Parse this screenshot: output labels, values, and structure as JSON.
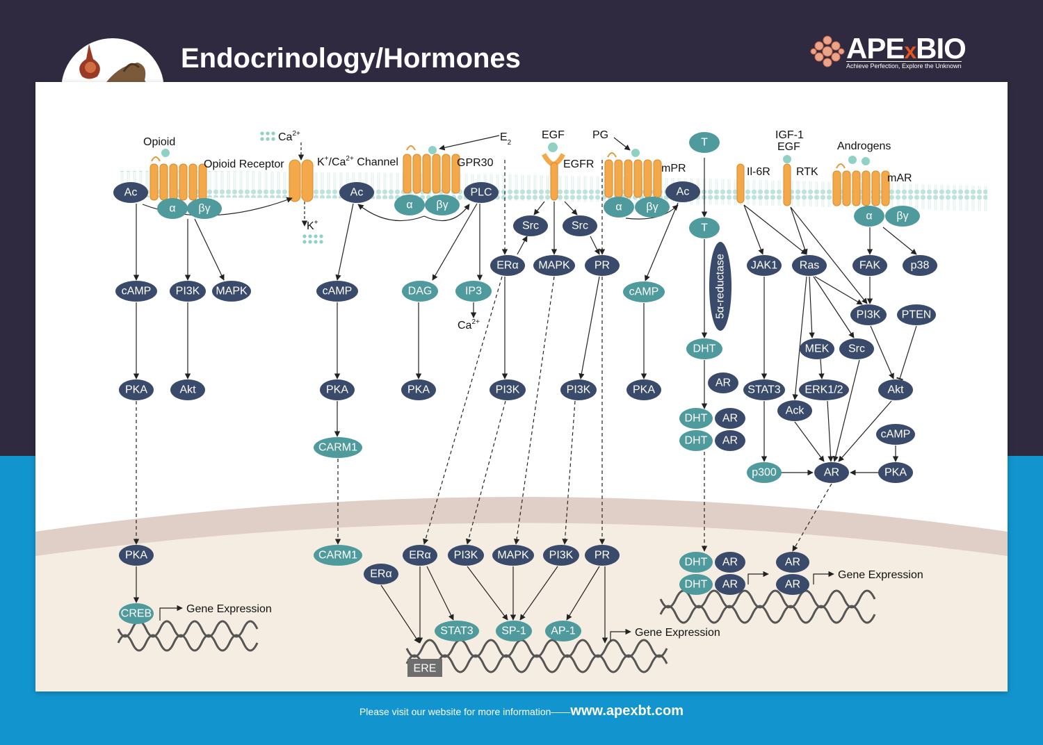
{
  "title": "Endocrinology/Hormones",
  "brand": {
    "name_a": "APE",
    "name_x": "x",
    "name_b": "BIO",
    "tagline": "Achieve Perfection, Explore the Unknown"
  },
  "footer": {
    "prefix": "Please visit our website for more information——",
    "url": "www.apexbt.com"
  },
  "colors": {
    "dark_node": "#3a4a6b",
    "teal_node": "#4e9a9c",
    "receptor": "#f3a84a",
    "cytoplasm": "#ffffff",
    "nucleus": "#f5ede1",
    "nuclear_envelope": "#e0cfc6"
  },
  "ligands": {
    "opioid": "Opioid",
    "ca": "Ca",
    "ca_sup": "2+",
    "e": "E",
    "e_sub": "2",
    "egf": "EGF",
    "pg": "PG",
    "igf1": "IGF-1",
    "egf2": "EGF",
    "androgens": "Androgens",
    "k": "K",
    "k_sup": "+",
    "ca2": "Ca",
    "ca2_sup": "2+"
  },
  "receptors": {
    "opioid_receptor": "Opioid Receptor",
    "k_ca_channel_k": "K",
    "k_ca_channel_sup1": "+",
    "k_ca_channel_mid": "/Ca",
    "k_ca_channel_sup2": "2+",
    "k_ca_channel_end": " Channel",
    "gpr30": "GPR30",
    "egfr": "EGFR",
    "mpr": "mPR",
    "il6r": "Il-6R",
    "rtk": "RTK",
    "mar": "mAR"
  },
  "enzyme_label": "5α-reductase",
  "ere": "ERE",
  "gene_expression": [
    "Gene Expression",
    "Gene Expression",
    "Gene Expression"
  ],
  "nodes": [
    {
      "id": "ac1",
      "label": "Ac",
      "color": "dark"
    },
    {
      "id": "alpha1",
      "label": "α",
      "color": "teal"
    },
    {
      "id": "bg1",
      "label": "βγ",
      "color": "teal"
    },
    {
      "id": "camp1",
      "label": "cAMP",
      "color": "dark"
    },
    {
      "id": "pi3k1",
      "label": "PI3K",
      "color": "dark"
    },
    {
      "id": "mapk1",
      "label": "MAPK",
      "color": "dark"
    },
    {
      "id": "pka1",
      "label": "PKA",
      "color": "dark"
    },
    {
      "id": "akt1",
      "label": "Akt",
      "color": "dark"
    },
    {
      "id": "pka1n",
      "label": "PKA",
      "color": "dark"
    },
    {
      "id": "creb",
      "label": "CREB",
      "color": "teal"
    },
    {
      "id": "ac2",
      "label": "Ac",
      "color": "dark"
    },
    {
      "id": "alpha2",
      "label": "α",
      "color": "teal"
    },
    {
      "id": "bg2",
      "label": "βγ",
      "color": "teal"
    },
    {
      "id": "plc",
      "label": "PLC",
      "color": "dark"
    },
    {
      "id": "camp2",
      "label": "cAMP",
      "color": "dark"
    },
    {
      "id": "dag",
      "label": "DAG",
      "color": "teal"
    },
    {
      "id": "ip3",
      "label": "IP3",
      "color": "teal"
    },
    {
      "id": "pka2",
      "label": "PKA",
      "color": "dark"
    },
    {
      "id": "pka3",
      "label": "PKA",
      "color": "dark"
    },
    {
      "id": "carm1",
      "label": "CARM1",
      "color": "teal"
    },
    {
      "id": "carm1n",
      "label": "CARM1",
      "color": "teal"
    },
    {
      "id": "src1",
      "label": "Src",
      "color": "dark"
    },
    {
      "id": "src2",
      "label": "Src",
      "color": "dark"
    },
    {
      "id": "era1",
      "label": "ERα",
      "color": "dark"
    },
    {
      "id": "mapk2",
      "label": "MAPK",
      "color": "dark"
    },
    {
      "id": "pr1",
      "label": "PR",
      "color": "dark"
    },
    {
      "id": "pi3k2",
      "label": "PI3K",
      "color": "dark"
    },
    {
      "id": "pi3k3",
      "label": "PI3K",
      "color": "dark"
    },
    {
      "id": "ac3",
      "label": "Ac",
      "color": "dark"
    },
    {
      "id": "alpha3",
      "label": "α",
      "color": "teal"
    },
    {
      "id": "bg3",
      "label": "βγ",
      "color": "teal"
    },
    {
      "id": "camp3",
      "label": "cAMP",
      "color": "teal"
    },
    {
      "id": "pka4",
      "label": "PKA",
      "color": "dark"
    },
    {
      "id": "era2n",
      "label": "ERα",
      "color": "dark"
    },
    {
      "id": "era3n",
      "label": "ERα",
      "color": "dark"
    },
    {
      "id": "pi3k4n",
      "label": "PI3K",
      "color": "dark"
    },
    {
      "id": "mapk3n",
      "label": "MAPK",
      "color": "dark"
    },
    {
      "id": "pi3k5n",
      "label": "PI3K",
      "color": "dark"
    },
    {
      "id": "pr2n",
      "label": "PR",
      "color": "dark"
    },
    {
      "id": "stat3n",
      "label": "STAT3",
      "color": "teal"
    },
    {
      "id": "sp1",
      "label": "SP-1",
      "color": "teal"
    },
    {
      "id": "ap1",
      "label": "AP-1",
      "color": "teal"
    },
    {
      "id": "t1",
      "label": "T",
      "color": "teal"
    },
    {
      "id": "t2",
      "label": "T",
      "color": "teal"
    },
    {
      "id": "dht1",
      "label": "DHT",
      "color": "teal"
    },
    {
      "id": "ar1",
      "label": "AR",
      "color": "dark"
    },
    {
      "id": "dht2",
      "label": "DHT",
      "color": "teal"
    },
    {
      "id": "ar2",
      "label": "AR",
      "color": "dark"
    },
    {
      "id": "dht3",
      "label": "DHT",
      "color": "teal"
    },
    {
      "id": "ar3",
      "label": "AR",
      "color": "dark"
    },
    {
      "id": "jak1",
      "label": "JAK1",
      "color": "dark"
    },
    {
      "id": "ras",
      "label": "Ras",
      "color": "dark"
    },
    {
      "id": "alpha4",
      "label": "α",
      "color": "teal"
    },
    {
      "id": "bg4",
      "label": "βγ",
      "color": "teal"
    },
    {
      "id": "fak",
      "label": "FAK",
      "color": "dark"
    },
    {
      "id": "p38",
      "label": "p38",
      "color": "dark"
    },
    {
      "id": "pi3k6",
      "label": "PI3K",
      "color": "dark"
    },
    {
      "id": "pten",
      "label": "PTEN",
      "color": "dark"
    },
    {
      "id": "mek",
      "label": "MEK",
      "color": "dark"
    },
    {
      "id": "src3",
      "label": "Src",
      "color": "dark"
    },
    {
      "id": "stat3",
      "label": "STAT3",
      "color": "dark"
    },
    {
      "id": "erk",
      "label": "ERK1/2",
      "color": "dark"
    },
    {
      "id": "akt2",
      "label": "Akt",
      "color": "dark"
    },
    {
      "id": "ack",
      "label": "Ack",
      "color": "dark"
    },
    {
      "id": "camp4",
      "label": "cAMP",
      "color": "dark"
    },
    {
      "id": "p300",
      "label": "p300",
      "color": "teal"
    },
    {
      "id": "ar4",
      "label": "AR",
      "color": "dark"
    },
    {
      "id": "pka5",
      "label": "PKA",
      "color": "dark"
    },
    {
      "id": "dht4n",
      "label": "DHT",
      "color": "teal"
    },
    {
      "id": "ar5n",
      "label": "AR",
      "color": "dark"
    },
    {
      "id": "dht5n",
      "label": "DHT",
      "color": "teal"
    },
    {
      "id": "ar6n",
      "label": "AR",
      "color": "dark"
    },
    {
      "id": "ar7n",
      "label": "AR",
      "color": "dark"
    },
    {
      "id": "ar8n",
      "label": "AR",
      "color": "dark"
    }
  ]
}
